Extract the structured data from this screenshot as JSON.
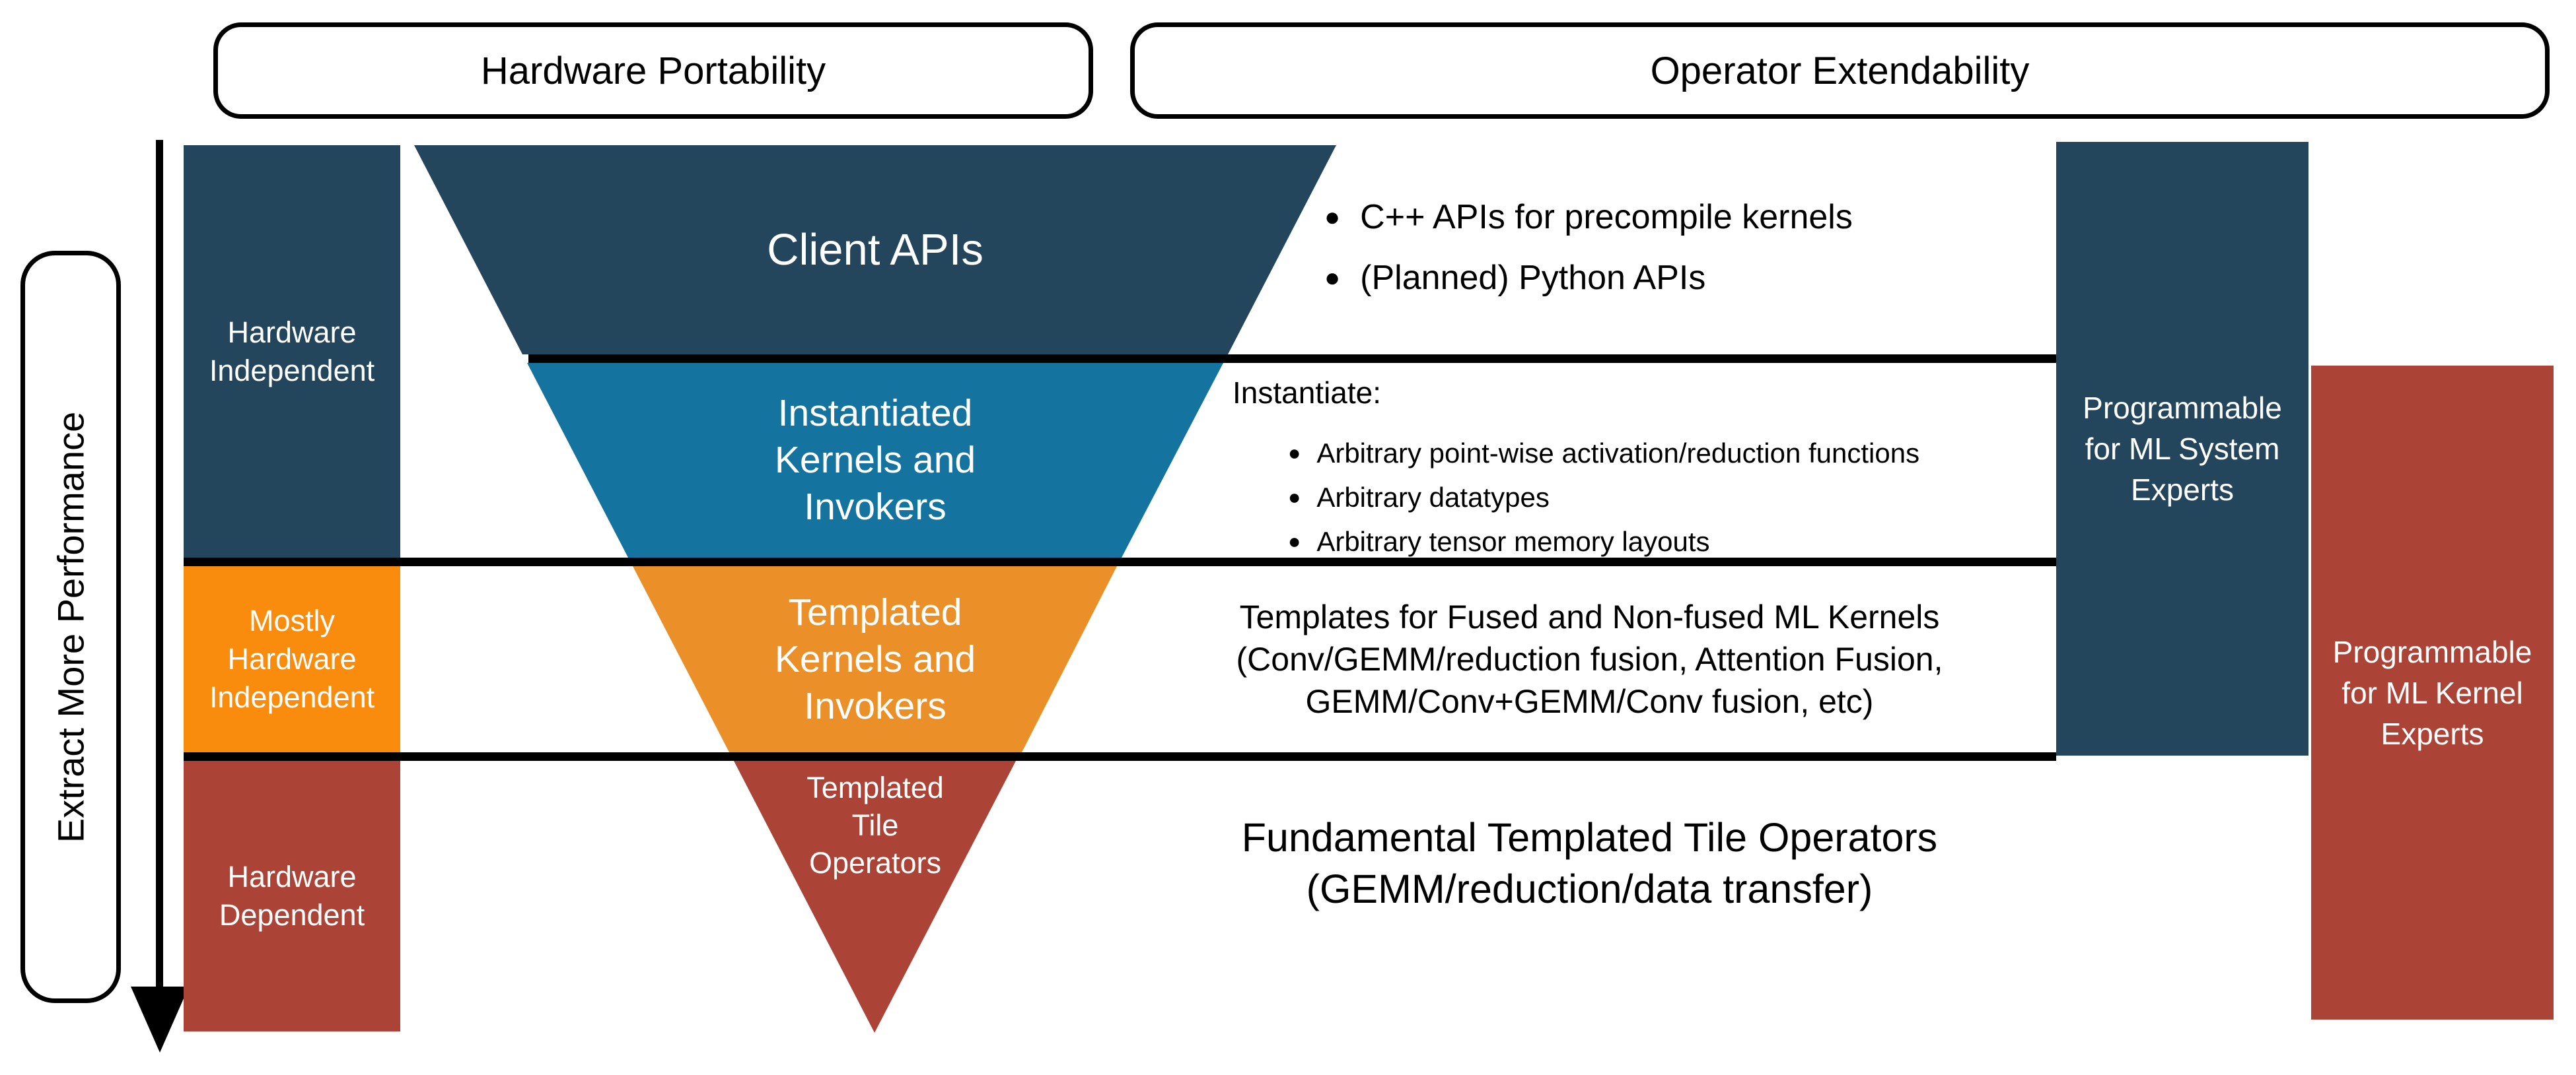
{
  "colors": {
    "dark_blue": "#24465C",
    "teal": "#15739F",
    "orange_band": "#FA8C0D",
    "orange_pyramid": "#EB9028",
    "red": "#AB4437",
    "line_black": "#000000"
  },
  "header": {
    "hardware_portability": "Hardware Portability",
    "operator_extendability": "Operator Extendability"
  },
  "left_axis": {
    "label": "Extract More Performance"
  },
  "hardware_bands": [
    {
      "label": "Hardware\nIndependent"
    },
    {
      "label": "Mostly\nHardware\nIndependent"
    },
    {
      "label": "Hardware\nDependent"
    }
  ],
  "pyramid": {
    "layers": [
      {
        "label": "Client APIs"
      },
      {
        "label": "Instantiated\nKernels and\nInvokers"
      },
      {
        "label": "Templated\nKernels and\nInvokers"
      },
      {
        "label": "Templated\nTile\nOperators"
      }
    ]
  },
  "annotations": {
    "client_apis": {
      "items": [
        "C++ APIs for precompile kernels",
        "(Planned) Python APIs"
      ]
    },
    "instantiated": {
      "heading": "Instantiate:",
      "items": [
        "Arbitrary point-wise activation/reduction functions",
        "Arbitrary datatypes",
        "Arbitrary tensor memory layouts"
      ]
    },
    "templated": {
      "text": "Templates for Fused and Non-fused ML Kernels\n(Conv/GEMM/reduction fusion, Attention Fusion,\nGEMM/Conv+GEMM/Conv fusion, etc)"
    },
    "tile_operators": {
      "text": "Fundamental Templated Tile Operators\n(GEMM/reduction/data transfer)"
    }
  },
  "right_boxes": [
    {
      "label": "Programmable\nfor ML System\nExperts"
    },
    {
      "label": "Programmable\nfor ML Kernel\nExperts"
    }
  ]
}
